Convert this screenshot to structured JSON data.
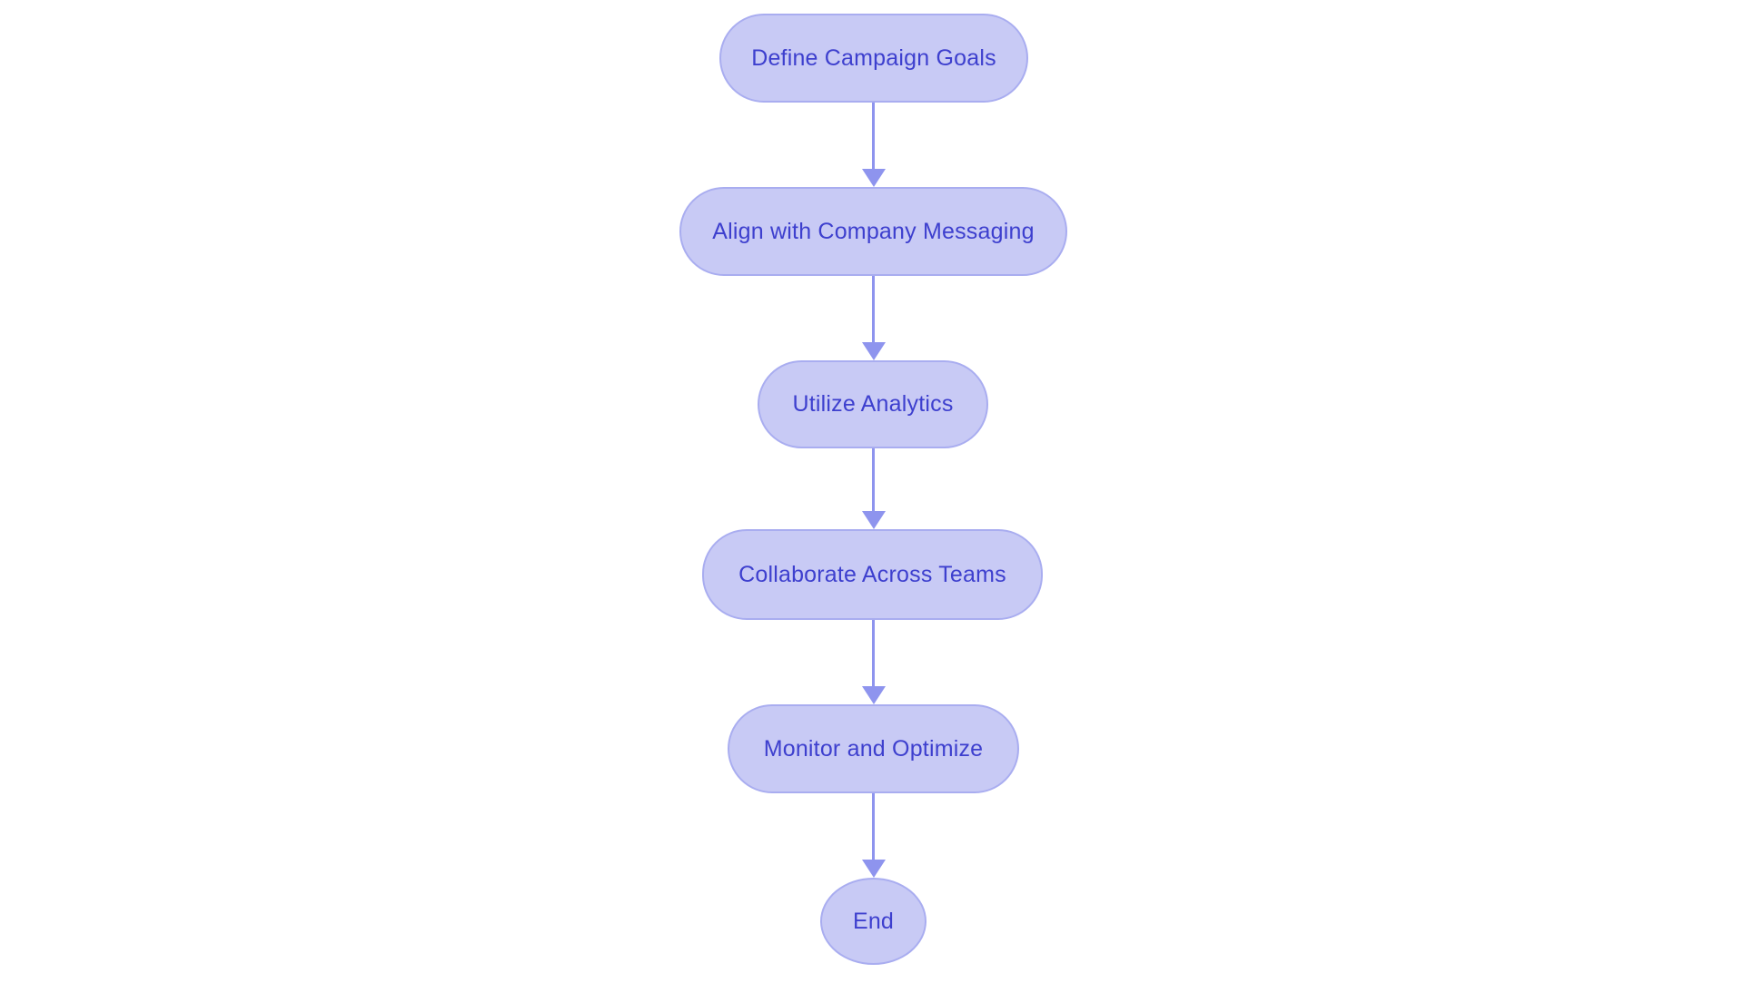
{
  "diagram": {
    "type": "flowchart",
    "direction": "top-down",
    "colors": {
      "fill": "#c8caf5",
      "border": "#a9adf0",
      "text": "#3d3fce",
      "arrow": "#8e94ee",
      "bg": "#ffffff"
    },
    "nodes": [
      {
        "id": "define-campaign-goals",
        "label": "Define Campaign Goals",
        "shape": "pill"
      },
      {
        "id": "align-with-company-messaging",
        "label": "Align with Company Messaging",
        "shape": "pill"
      },
      {
        "id": "utilize-analytics",
        "label": "Utilize Analytics",
        "shape": "pill"
      },
      {
        "id": "collaborate-across-teams",
        "label": "Collaborate Across Teams",
        "shape": "pill"
      },
      {
        "id": "monitor-and-optimize",
        "label": "Monitor and Optimize",
        "shape": "pill"
      },
      {
        "id": "end",
        "label": "End",
        "shape": "ellipse"
      }
    ],
    "edges": [
      {
        "from": "define-campaign-goals",
        "to": "align-with-company-messaging"
      },
      {
        "from": "align-with-company-messaging",
        "to": "utilize-analytics"
      },
      {
        "from": "utilize-analytics",
        "to": "collaborate-across-teams"
      },
      {
        "from": "collaborate-across-teams",
        "to": "monitor-and-optimize"
      },
      {
        "from": "monitor-and-optimize",
        "to": "end"
      }
    ]
  }
}
